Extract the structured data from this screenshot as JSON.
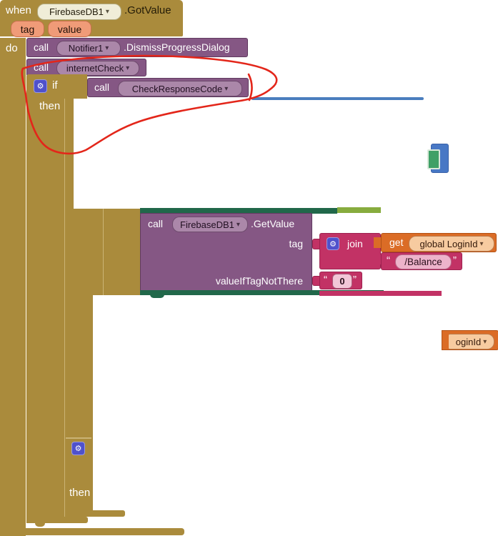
{
  "colors": {
    "canvas_bg": "#FFFFFF",
    "gold": "#AA8B3C",
    "purple": "#855784",
    "purple_light": "#AB87A9",
    "pink": "#C23265",
    "pink_light": "#EDB3CB",
    "pink_lighter": "#F2C6D7",
    "orange": "#DB6C26",
    "orange_light": "#F7CBA0",
    "cream": "#F0EDD8",
    "salmon": "#F09B78",
    "salmon_border": "#C7714C",
    "teal_green": "#21684A",
    "light_green": "#87AC3E",
    "blue": "#4878C5",
    "blue_line": "#4A7EBE",
    "logic_green": "#3FA066",
    "gear_bg": "#4F51CC",
    "annotation_red": "#E3261A"
  },
  "icons": {
    "gear": "⚙",
    "dropdown_arrow": "▾"
  },
  "event_block": {
    "when_label": "when",
    "component": "FirebaseDB1",
    "event_name": ".GotValue",
    "param_tag": "tag",
    "param_value": "value",
    "do_label": "do"
  },
  "statements": {
    "dismiss_dialog": {
      "call_label": "call",
      "component": "Notifier1",
      "method": ".DismissProgressDialog"
    },
    "internet_check": {
      "call_label": "call",
      "procedure": "internetCheck"
    },
    "outer_if": {
      "if_label": "if",
      "then_label": "then"
    },
    "check_response": {
      "call_label": "call",
      "procedure": "CheckResponseCode"
    },
    "firebase_getvalue": {
      "call_label": "call",
      "component": "FirebaseDB1",
      "method": ".GetValue",
      "tag_label": "tag",
      "value_if_tag_label": "valueIfTagNotThere"
    },
    "join": {
      "label": "join"
    },
    "get_login": {
      "get_label": "get",
      "variable": "global LoginId"
    },
    "balance_text": {
      "open_quote": "“",
      "value": "/Balance",
      "close_quote": "”"
    },
    "zero_text": {
      "open_quote": "“",
      "value": "0",
      "close_quote": "”"
    },
    "partial_get": {
      "variable": "oginId"
    },
    "inner_if": {
      "then_label": "then"
    }
  }
}
